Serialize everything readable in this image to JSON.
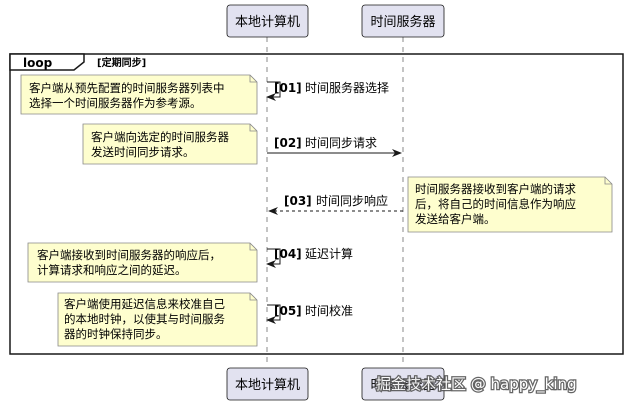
{
  "participants": {
    "local": "本地计算机",
    "server": "时间服务器"
  },
  "loop": {
    "label": "loop",
    "guard": "[定期同步]"
  },
  "messages": [
    {
      "number": "[01]",
      "text": "时间服务器选择"
    },
    {
      "number": "[02]",
      "text": "时间同步请求"
    },
    {
      "number": "[03]",
      "text": "时间同步响应"
    },
    {
      "number": "[04]",
      "text": "延迟计算"
    },
    {
      "number": "[05]",
      "text": "时间校准"
    }
  ],
  "notes": {
    "n1": [
      "客户端从预先配置的时间服务器列表中",
      "选择一个时间服务器作为参考源。"
    ],
    "n2": [
      "客户端向选定的时间服务器",
      "发送时间同步请求。"
    ],
    "n3": [
      "时间服务器接收到客户端的请求",
      "后，将自己的时间信息作为响应",
      "发送给客户端。"
    ],
    "n4": [
      "客户端接收到时间服务器的响应后，",
      "计算请求和响应之间的延迟。"
    ],
    "n5": [
      "客户端使用延迟信息来校准自己",
      "的本地时钟，以使其与时间服务",
      "器的时钟保持同步。"
    ]
  },
  "watermark": "掘金技术社区 @ happy_king",
  "colors": {
    "participant_fill": "#e2e2f0",
    "participant_stroke": "#181818",
    "note_fill": "#fefece",
    "note_stroke": "#888888",
    "line": "#181818",
    "lifeline": "#888888"
  }
}
